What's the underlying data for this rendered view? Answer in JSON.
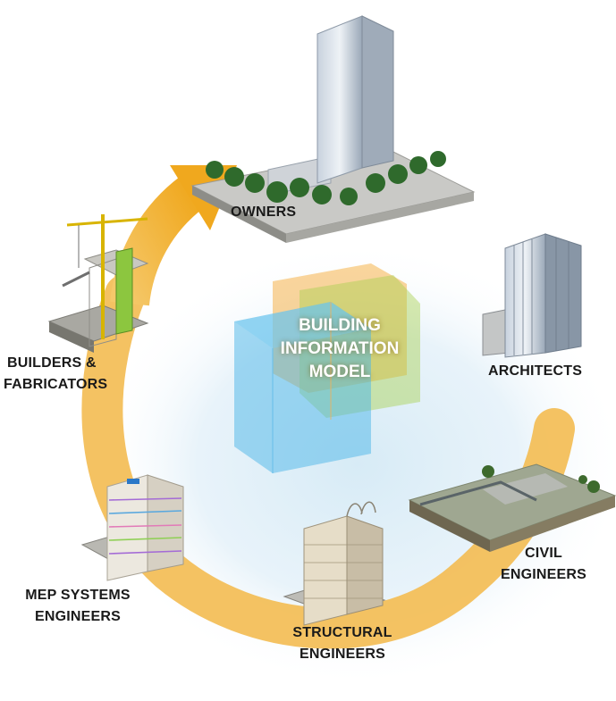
{
  "center": {
    "lines": [
      "BUILDING",
      "INFORMATION",
      "MODEL"
    ]
  },
  "stakeholders": [
    {
      "id": "owners",
      "lines": [
        "OWNERS"
      ]
    },
    {
      "id": "architects",
      "lines": [
        "ARCHITECTS"
      ]
    },
    {
      "id": "civil",
      "lines": [
        "CIVIL",
        "ENGINEERS"
      ]
    },
    {
      "id": "structural",
      "lines": [
        "STRUCTURAL",
        "ENGINEERS"
      ]
    },
    {
      "id": "mep",
      "lines": [
        "MEP SYSTEMS",
        "ENGINEERS"
      ]
    },
    {
      "id": "builders",
      "lines": [
        "BUILDERS &",
        "FABRICATORS"
      ]
    }
  ],
  "colors": {
    "arrow": "#f0b030",
    "glow": "#cfe6f3",
    "cube_blue": "#4ab6e8",
    "cube_orange": "#f3a63a",
    "cube_green": "#a6cf4a",
    "text": "#1a1a1a"
  }
}
